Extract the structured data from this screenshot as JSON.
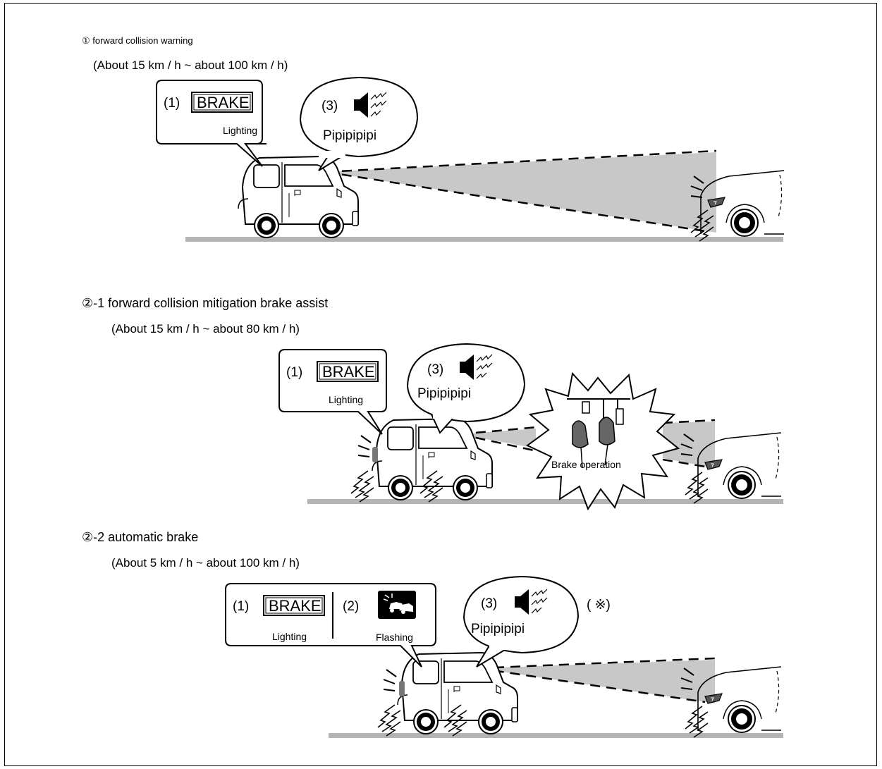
{
  "sections": [
    {
      "title": "① forward collision warning",
      "speed": "(About 15 km / h ~ about 100 km / h)",
      "panel": {
        "index": "(1)",
        "indicator": "BRAKE",
        "status": "Lighting"
      },
      "sound": {
        "index": "(3)",
        "text": "Pipipipipi"
      }
    },
    {
      "title": "②-1 forward collision mitigation brake assist",
      "speed": "(About 15 km / h ~ about 80 km / h)",
      "panel": {
        "index": "(1)",
        "indicator": "BRAKE",
        "status": "Lighting"
      },
      "sound": {
        "index": "(3)",
        "text": "Pipipipipi"
      },
      "burst": "Brake operation"
    },
    {
      "title": "②-2 automatic brake",
      "speed": "(About 5 km / h ~ about 100 km / h)",
      "panel": {
        "index": "(1)",
        "indicator": "BRAKE",
        "status": "Lighting"
      },
      "panel2": {
        "index": "(2)",
        "icon": "collision-warning-icon",
        "status": "Flashing"
      },
      "sound": {
        "index": "(3)",
        "text": "Pipipipipi"
      },
      "note": "( ※)"
    }
  ],
  "colors": {
    "zone": "#c8c8c8",
    "road": "#b4b4b4",
    "ink": "#000000"
  }
}
